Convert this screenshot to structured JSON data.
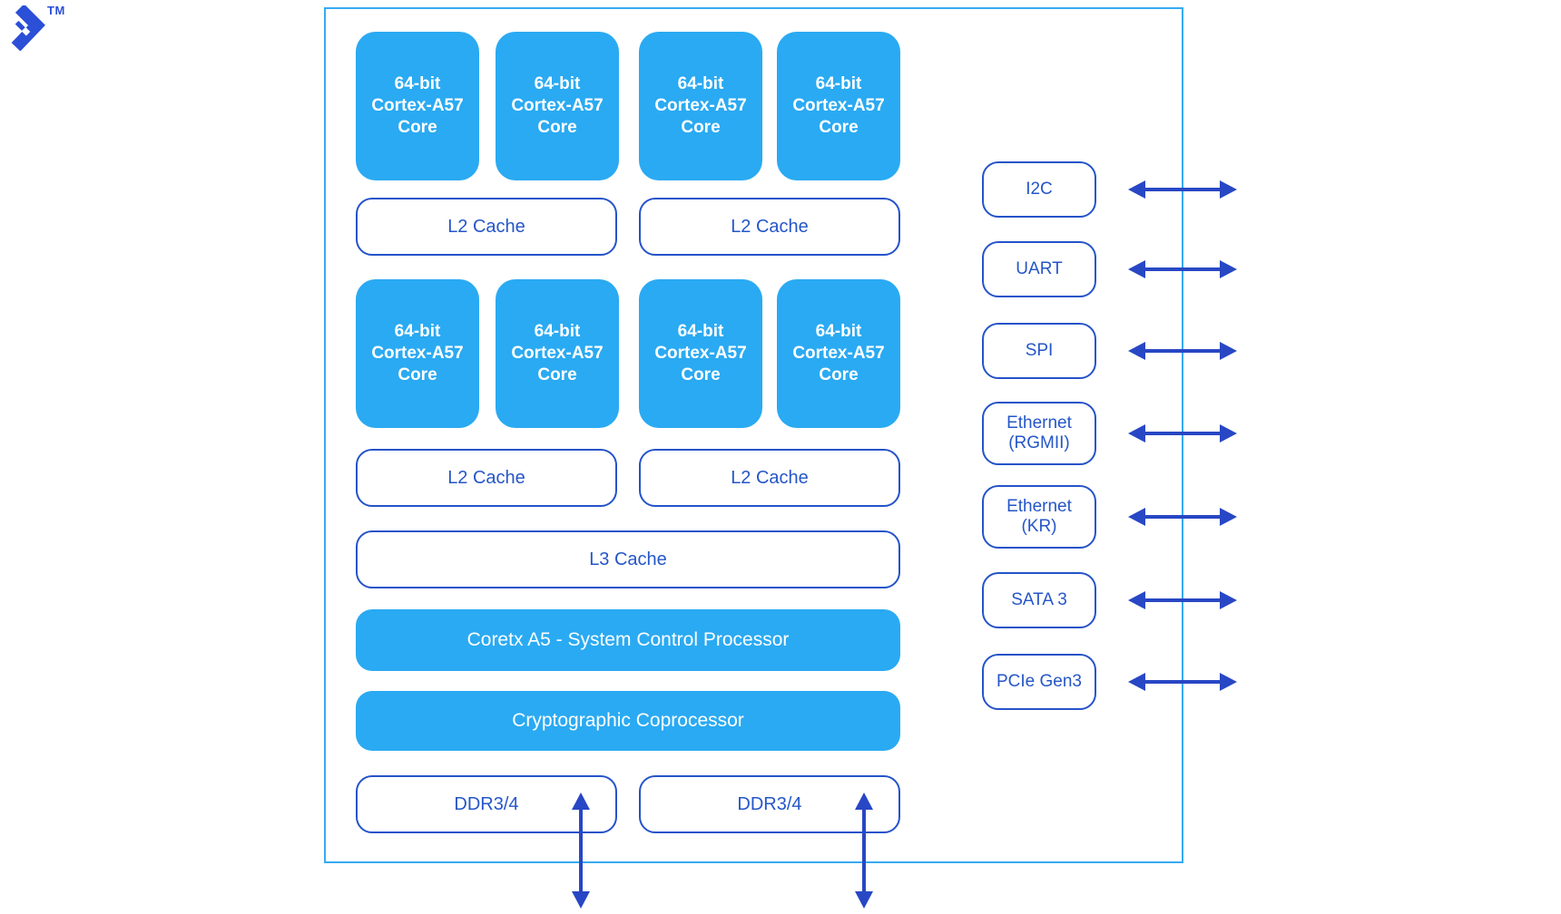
{
  "logo": {
    "trademark": "TM"
  },
  "chip": {
    "core_label": "64-bit\nCortex-A57\nCore",
    "core_count": 8,
    "l2_label": "L2 Cache",
    "l3_label": "L3 Cache",
    "scp_label": "Coretx A5 - System Control Processor",
    "crypto_label": "Cryptographic Coprocessor",
    "ddr_label": "DDR3/4"
  },
  "peripherals": [
    {
      "label": "I2C"
    },
    {
      "label": "UART"
    },
    {
      "label": "SPI"
    },
    {
      "label": "Ethernet\n(RGMII)"
    },
    {
      "label": "Ethernet\n(KR)"
    },
    {
      "label": "SATA 3"
    },
    {
      "label": "PCIe Gen3"
    }
  ],
  "colors": {
    "block_fill": "#2AAAF2",
    "outline": "#2553C9",
    "arrow": "#2847C4",
    "container_border": "#35ABF1",
    "logo": "#2B4FD6"
  }
}
